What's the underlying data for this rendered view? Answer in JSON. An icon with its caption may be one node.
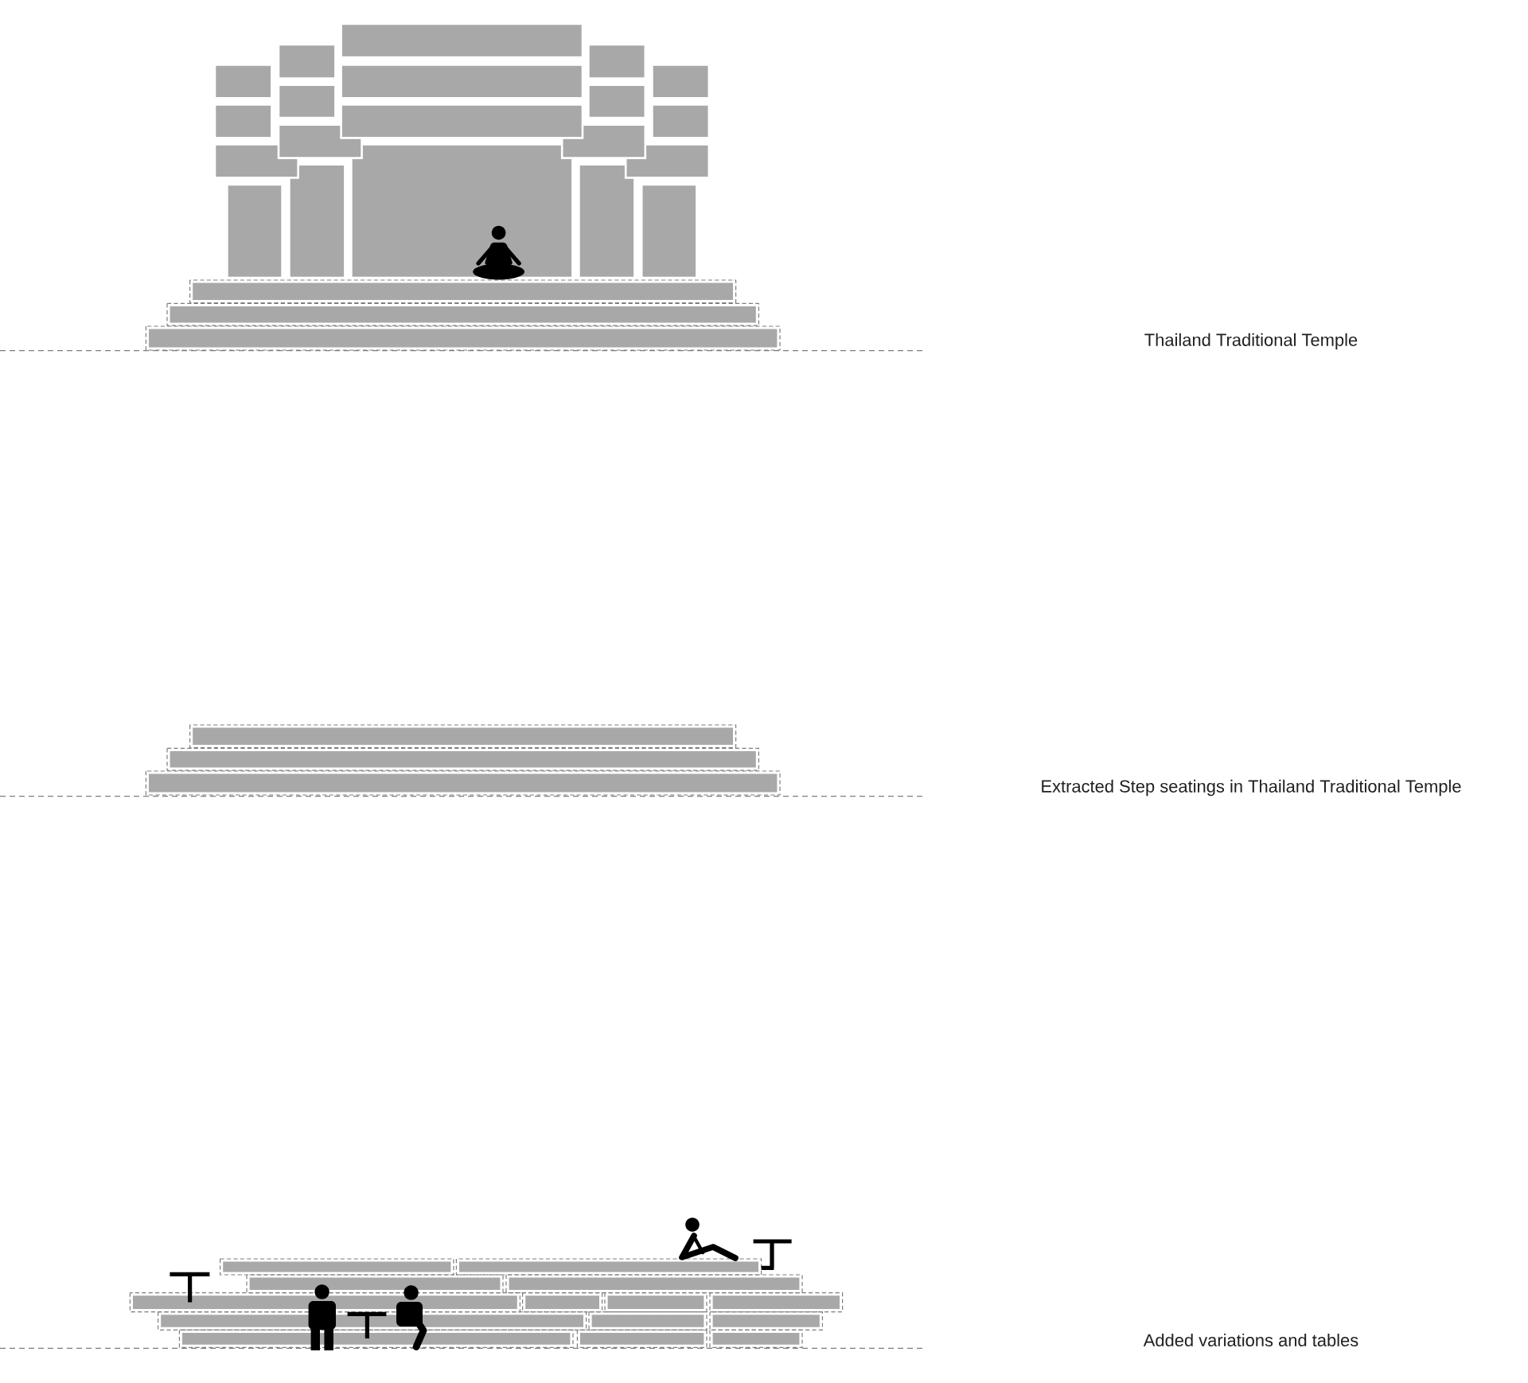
{
  "diagram": {
    "labels": [
      "Thailand Traditional Temple",
      "Extracted Step seatings in Thailand Traditional Temple",
      "Added variations and tables"
    ]
  }
}
